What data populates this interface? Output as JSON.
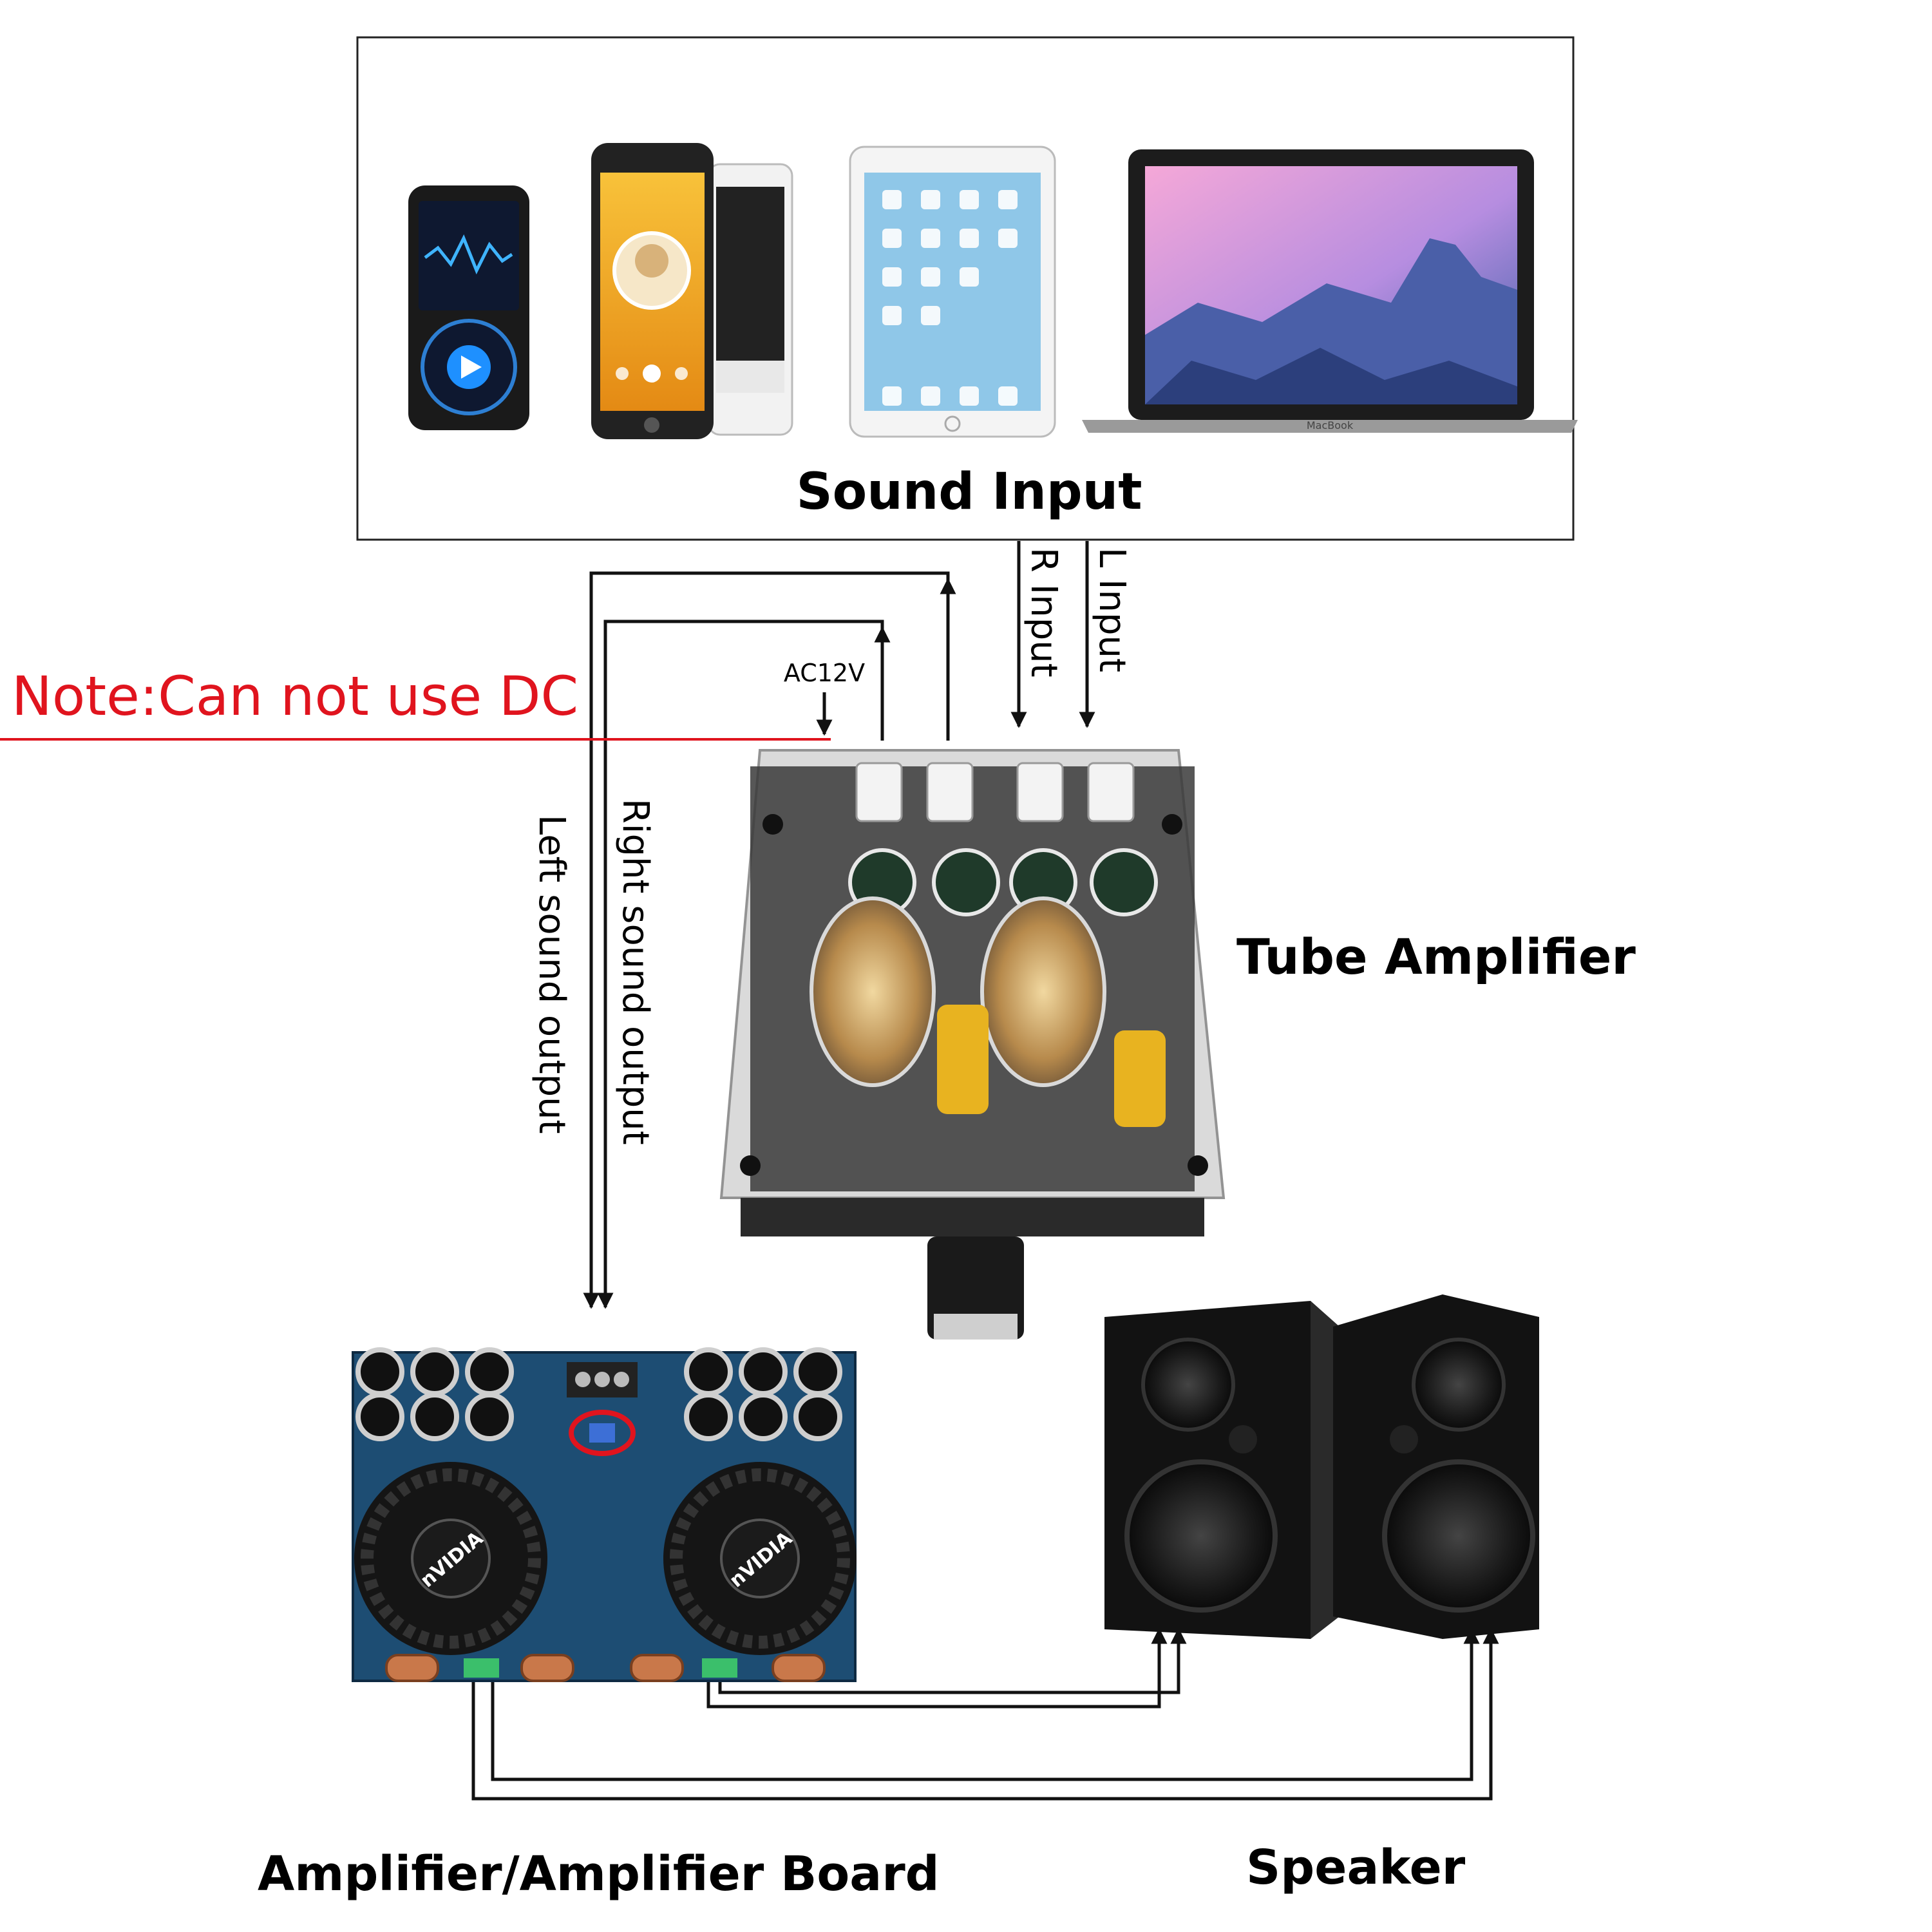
{
  "sections": {
    "sound_input": "Sound Input",
    "tube_amplifier": "Tube Amplifier",
    "amplifier_board": "Amplifier/Amplifier Board",
    "speaker": "Speaker"
  },
  "wire_labels": {
    "r_input": "R Input",
    "l_input": "L Input",
    "ac12v": "AC12V",
    "left_output": "Left sound output",
    "right_output": "Right sound output"
  },
  "note": "Note:Can not use DC",
  "devices": {
    "player_brand": "",
    "phone_brand": "",
    "laptop_label": "MacBook",
    "board_fan_brand": "nVIDIA"
  },
  "colors": {
    "note": "#e0141e",
    "wire": "#111111",
    "pcb": "#1d4d73",
    "tube_glow": "#d9a84a"
  }
}
